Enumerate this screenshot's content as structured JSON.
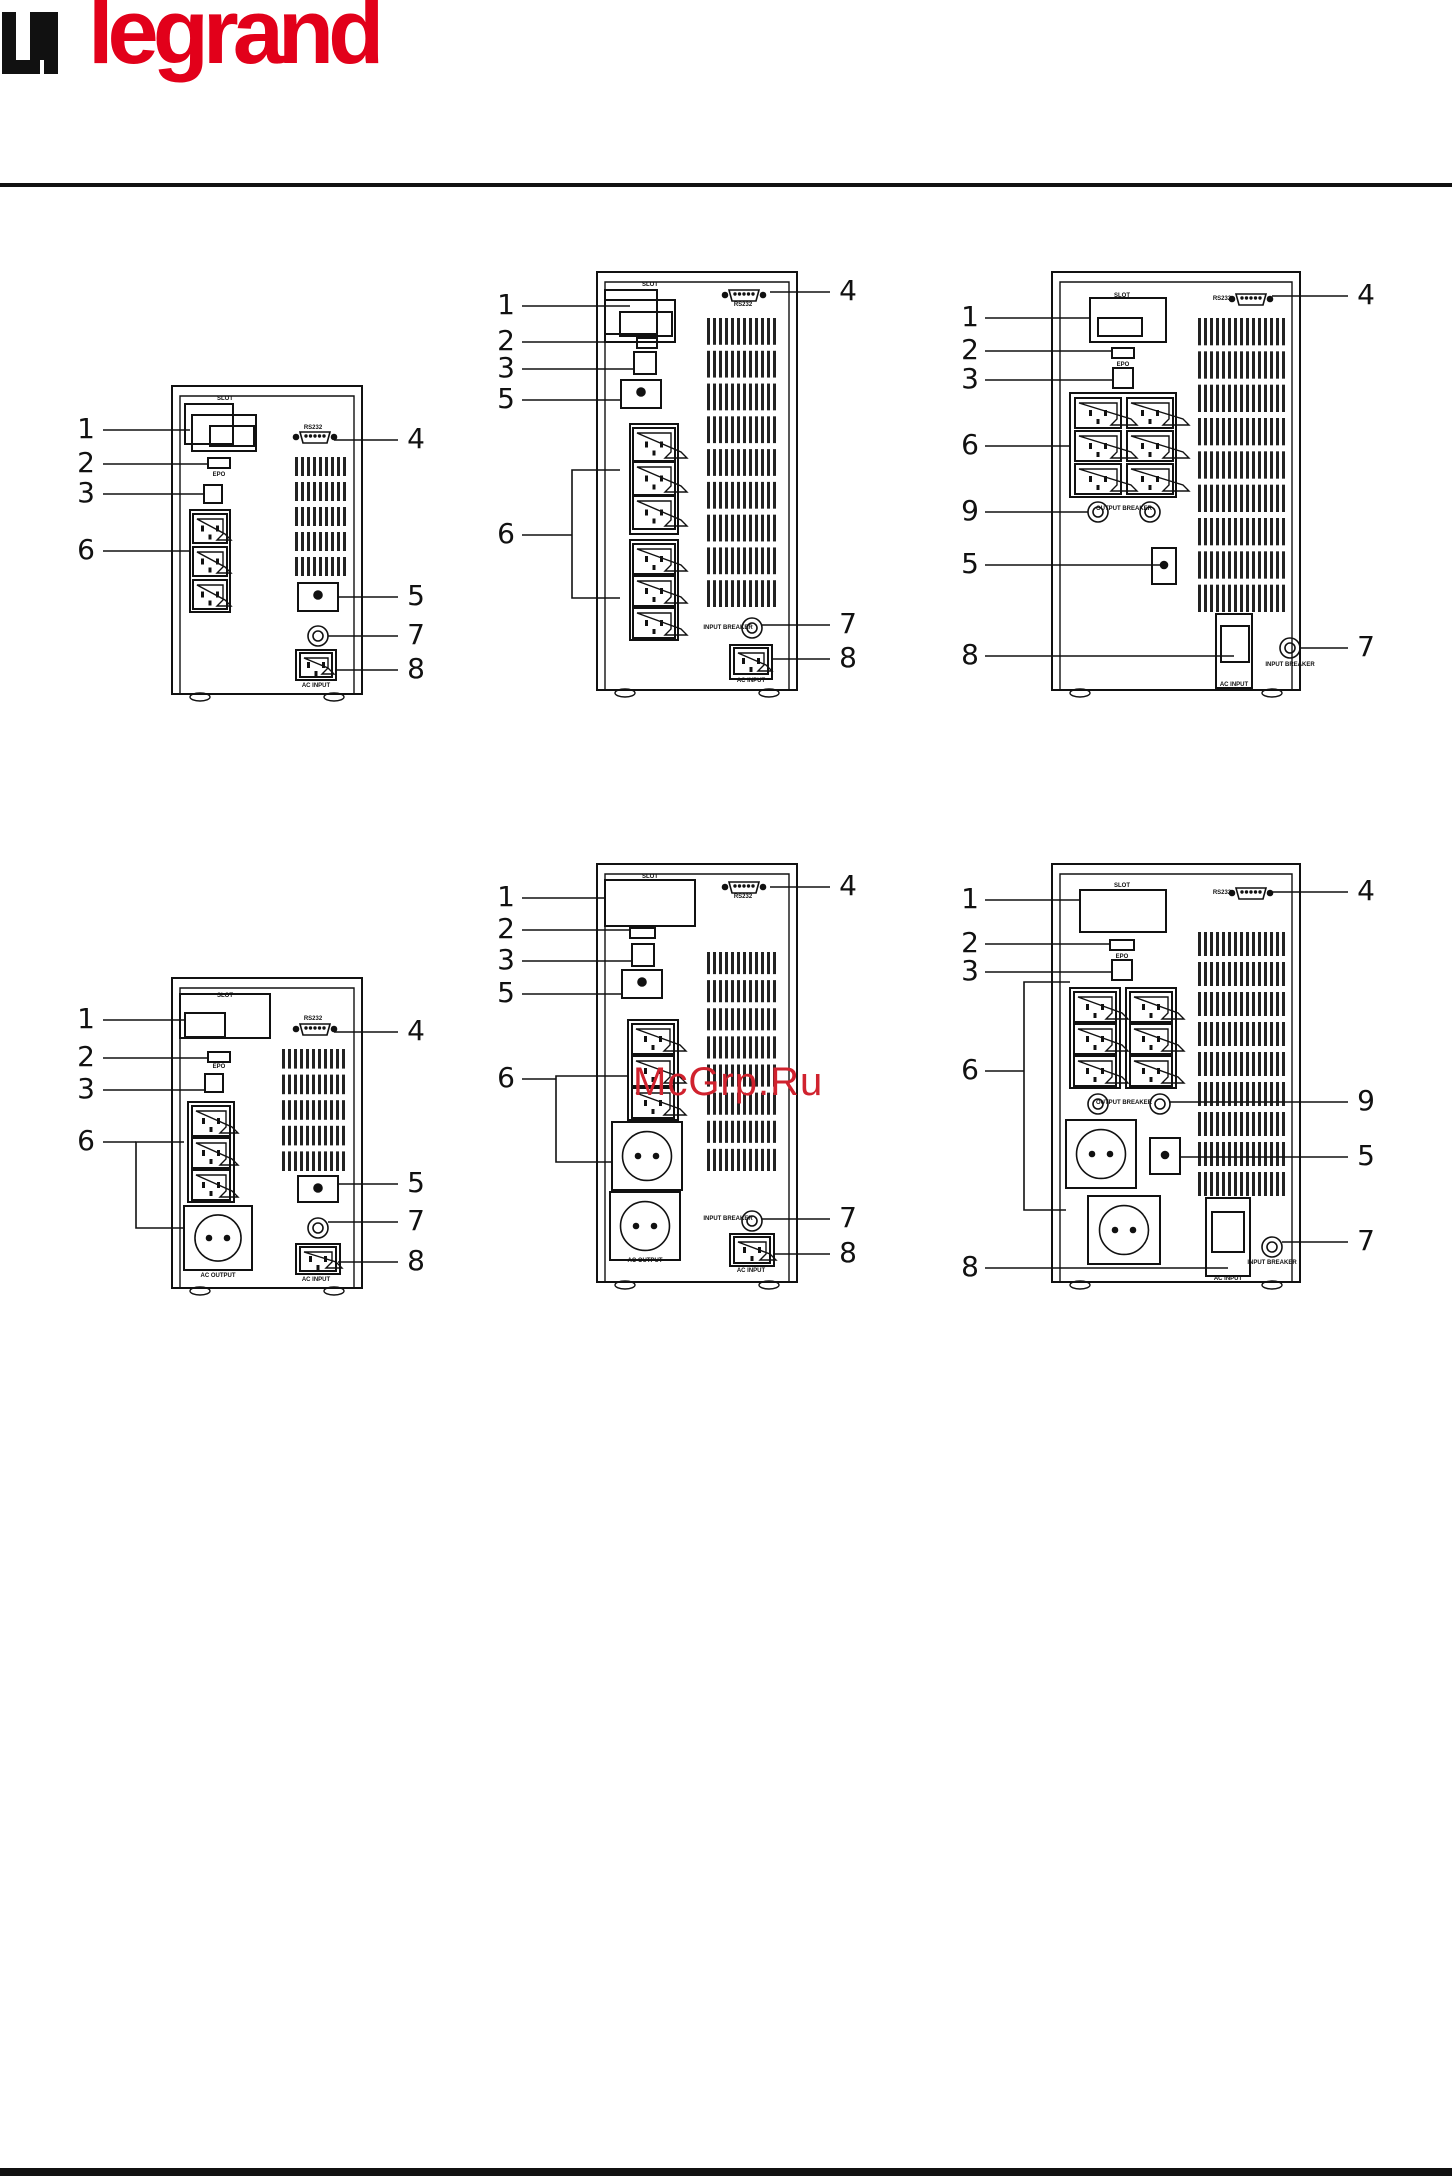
{
  "brand": {
    "name": "legrand",
    "color": "#e2001a"
  },
  "watermark": "McGrp.Ru",
  "panels": [
    {
      "labels": {
        "slot": "SLOT",
        "epo": "EPO",
        "rs232": "RS232",
        "ac_input": "AC INPUT"
      },
      "callouts": [
        "1",
        "2",
        "3",
        "6",
        "4",
        "5",
        "7",
        "8"
      ]
    },
    {
      "labels": {
        "slot": "SLOT",
        "rs232": "RS232",
        "input_breaker": "INPUT BREAKER",
        "ac_input": "AC INPUT"
      },
      "callouts": [
        "1",
        "2",
        "3",
        "5",
        "6",
        "4",
        "7",
        "8"
      ]
    },
    {
      "labels": {
        "slot": "SLOT",
        "epo": "EPO",
        "rs232": "RS232",
        "output_breaker": "OUTPUT BREAKER",
        "input_breaker": "INPUT BREAKER",
        "ac_input": "AC INPUT"
      },
      "callouts": [
        "1",
        "2",
        "3",
        "6",
        "9",
        "5",
        "8",
        "4",
        "7"
      ]
    },
    {
      "labels": {
        "slot": "SLOT",
        "epo": "EPO",
        "rs232": "RS232",
        "ac_output": "AC OUTPUT",
        "ac_input": "AC INPUT"
      },
      "callouts": [
        "1",
        "2",
        "3",
        "6",
        "4",
        "5",
        "7",
        "8"
      ]
    },
    {
      "labels": {
        "slot": "SLOT",
        "rs232": "RS232",
        "input_breaker": "INPUT BREAKER",
        "ac_output": "AC OUTPUT",
        "ac_input": "AC INPUT"
      },
      "callouts": [
        "1",
        "2",
        "3",
        "5",
        "6",
        "4",
        "7",
        "8"
      ]
    },
    {
      "labels": {
        "slot": "SLOT",
        "epo": "EPO",
        "rs232": "RS232",
        "output_breaker": "OUTPUT BREAKER",
        "input_breaker": "INPUT BREAKER",
        "ac_input": "AC INPUT"
      },
      "callouts": [
        "1",
        "2",
        "3",
        "6",
        "8",
        "4",
        "9",
        "5",
        "7"
      ]
    }
  ]
}
